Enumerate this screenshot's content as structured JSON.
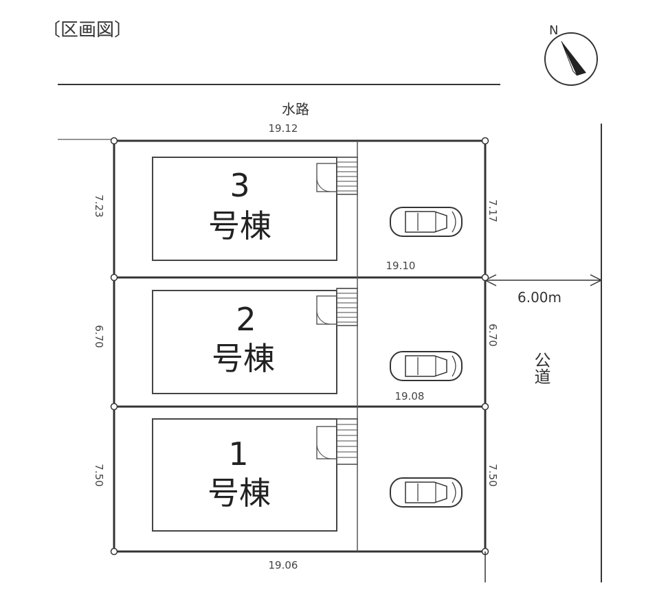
{
  "title": "〔区画図〕",
  "compass": {
    "north_label": "N"
  },
  "waterway_label": "水路",
  "public_road_label": "公道",
  "road_width": "6.00m",
  "lots": [
    {
      "number": "3",
      "suffix": "号棟",
      "left_side": "7.23",
      "right_side": "7.17"
    },
    {
      "number": "2",
      "suffix": "号棟",
      "left_side": "6.70",
      "right_side": "6.70"
    },
    {
      "number": "1",
      "suffix": "号棟",
      "left_side": "7.50",
      "right_side": "7.50"
    }
  ],
  "frontages": {
    "top": "19.12",
    "lot3_bottom": "19.10",
    "lot2_bottom": "19.08",
    "bottom": "19.06"
  }
}
